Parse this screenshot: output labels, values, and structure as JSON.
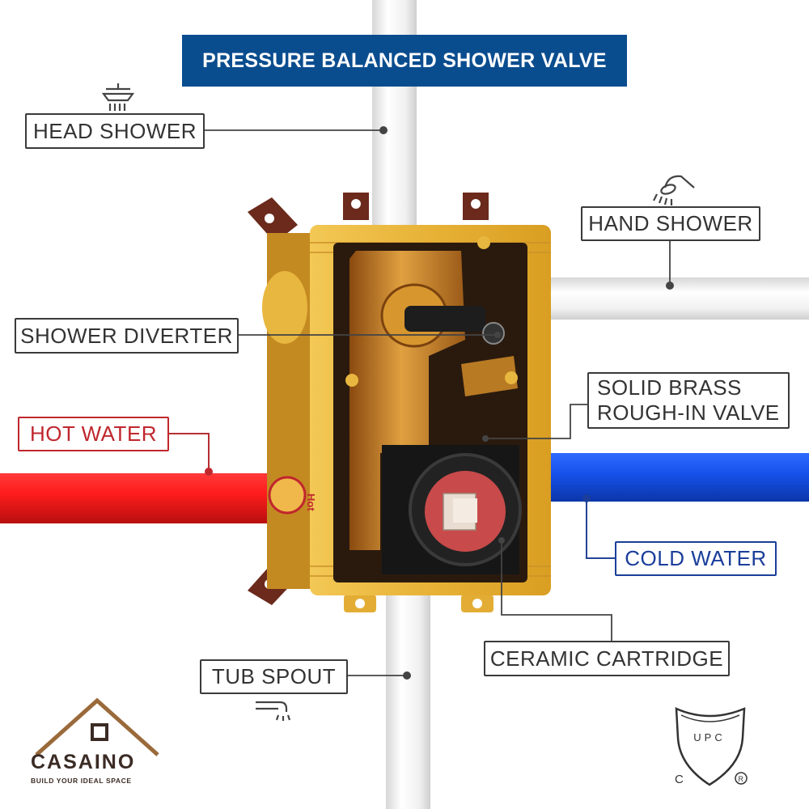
{
  "title": "PRESSURE BALANCED SHOWER VALVE",
  "callouts": {
    "head_shower": "HEAD SHOWER",
    "hand_shower": "HAND SHOWER",
    "shower_diverter": "SHOWER DIVERTER",
    "solid_brass_line1": "SOLID BRASS",
    "solid_brass_line2": "ROUGH-IN VALVE",
    "hot_water": "HOT WATER",
    "cold_water": "COLD WATER",
    "ceramic_cartridge": "CERAMIC CARTRIDGE",
    "tub_spout": "TUB SPOUT"
  },
  "valve_label": "Hot",
  "brand": {
    "name": "CASAINO",
    "tagline": "BUILD YOUR IDEAL SPACE"
  },
  "certification": "UPC",
  "colors": {
    "title_banner": "#0a4d8f",
    "hot": "#c0272d",
    "cold": "#1a3e9a",
    "pipe_white": "#f2f2f2",
    "valve_box": "#e8b43a",
    "brass": "#c98a2a",
    "bracket": "#6b2a1c"
  },
  "icons": [
    "head-shower-icon",
    "hand-shower-icon",
    "tub-spout-icon",
    "house-logo-icon",
    "upc-shield-icon"
  ]
}
